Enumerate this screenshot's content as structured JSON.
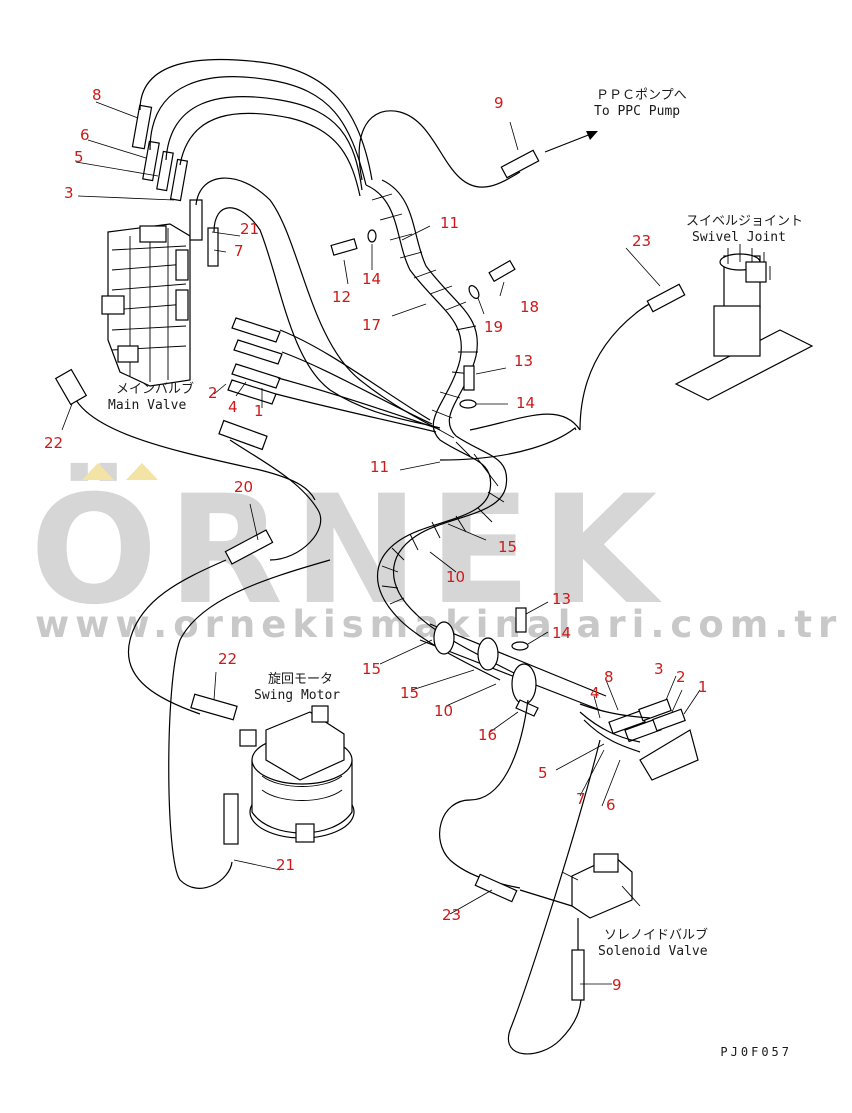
{
  "watermark": {
    "text": "ÖRNEK",
    "url": "www.ornekismakinalari.com.tr"
  },
  "labels": {
    "ppc_pump_jp": "ＰＰＣポンプへ",
    "ppc_pump_en": "To PPC Pump",
    "swivel_jp": "スイベルジョイント",
    "swivel_en": "Swivel Joint",
    "main_valve_jp": "メインバルブ",
    "main_valve_en": "Main Valve",
    "swing_motor_jp": "旋回モータ",
    "swing_motor_en": "Swing Motor",
    "solenoid_jp": "ソレノイドバルブ",
    "solenoid_en": "Solenoid Valve",
    "drawing_code": "PJ0F057"
  },
  "callouts": [
    {
      "id": "c8a",
      "text": "8"
    },
    {
      "id": "c6a",
      "text": "6"
    },
    {
      "id": "c5a",
      "text": "5"
    },
    {
      "id": "c3a",
      "text": "3"
    },
    {
      "id": "c21a",
      "text": "21"
    },
    {
      "id": "c7a",
      "text": "7"
    },
    {
      "id": "c9a",
      "text": "9"
    },
    {
      "id": "c11a",
      "text": "11"
    },
    {
      "id": "c12",
      "text": "12"
    },
    {
      "id": "c14a",
      "text": "14"
    },
    {
      "id": "c18",
      "text": "18"
    },
    {
      "id": "c19",
      "text": "19"
    },
    {
      "id": "c17",
      "text": "17"
    },
    {
      "id": "c23a",
      "text": "23"
    },
    {
      "id": "c13a",
      "text": "13"
    },
    {
      "id": "c14b",
      "text": "14"
    },
    {
      "id": "c2a",
      "text": "2"
    },
    {
      "id": "c4a",
      "text": "4"
    },
    {
      "id": "c1a",
      "text": "1"
    },
    {
      "id": "c22a",
      "text": "22"
    },
    {
      "id": "c11b",
      "text": "11"
    },
    {
      "id": "c20",
      "text": "20"
    },
    {
      "id": "c15a",
      "text": "15"
    },
    {
      "id": "c10a",
      "text": "10"
    },
    {
      "id": "c13b",
      "text": "13"
    },
    {
      "id": "c14c",
      "text": "14"
    },
    {
      "id": "c15b",
      "text": "15"
    },
    {
      "id": "c22b",
      "text": "22"
    },
    {
      "id": "c15c",
      "text": "15"
    },
    {
      "id": "c10b",
      "text": "10"
    },
    {
      "id": "c16",
      "text": "16"
    },
    {
      "id": "c8b",
      "text": "8"
    },
    {
      "id": "c3b",
      "text": "3"
    },
    {
      "id": "c2b",
      "text": "2"
    },
    {
      "id": "c1b",
      "text": "1"
    },
    {
      "id": "c4b",
      "text": "4"
    },
    {
      "id": "c5b",
      "text": "5"
    },
    {
      "id": "c7b",
      "text": "7"
    },
    {
      "id": "c6b",
      "text": "6"
    },
    {
      "id": "c21b",
      "text": "21"
    },
    {
      "id": "c23b",
      "text": "23"
    },
    {
      "id": "c9b",
      "text": "9"
    }
  ]
}
